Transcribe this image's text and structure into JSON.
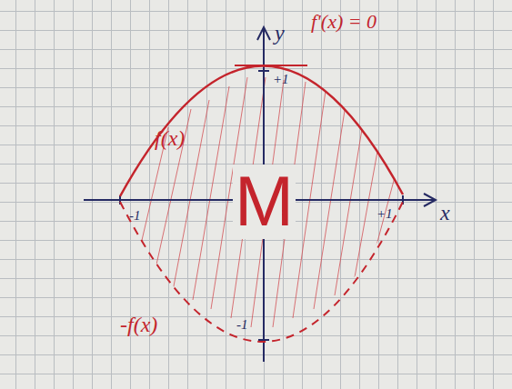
{
  "diagram": {
    "labels": [
      "y",
      "f'(x) = 0",
      "+1",
      "f(x)",
      "M",
      "-1",
      "+1",
      "x",
      "-f(x)",
      "-1"
    ]
  }
}
